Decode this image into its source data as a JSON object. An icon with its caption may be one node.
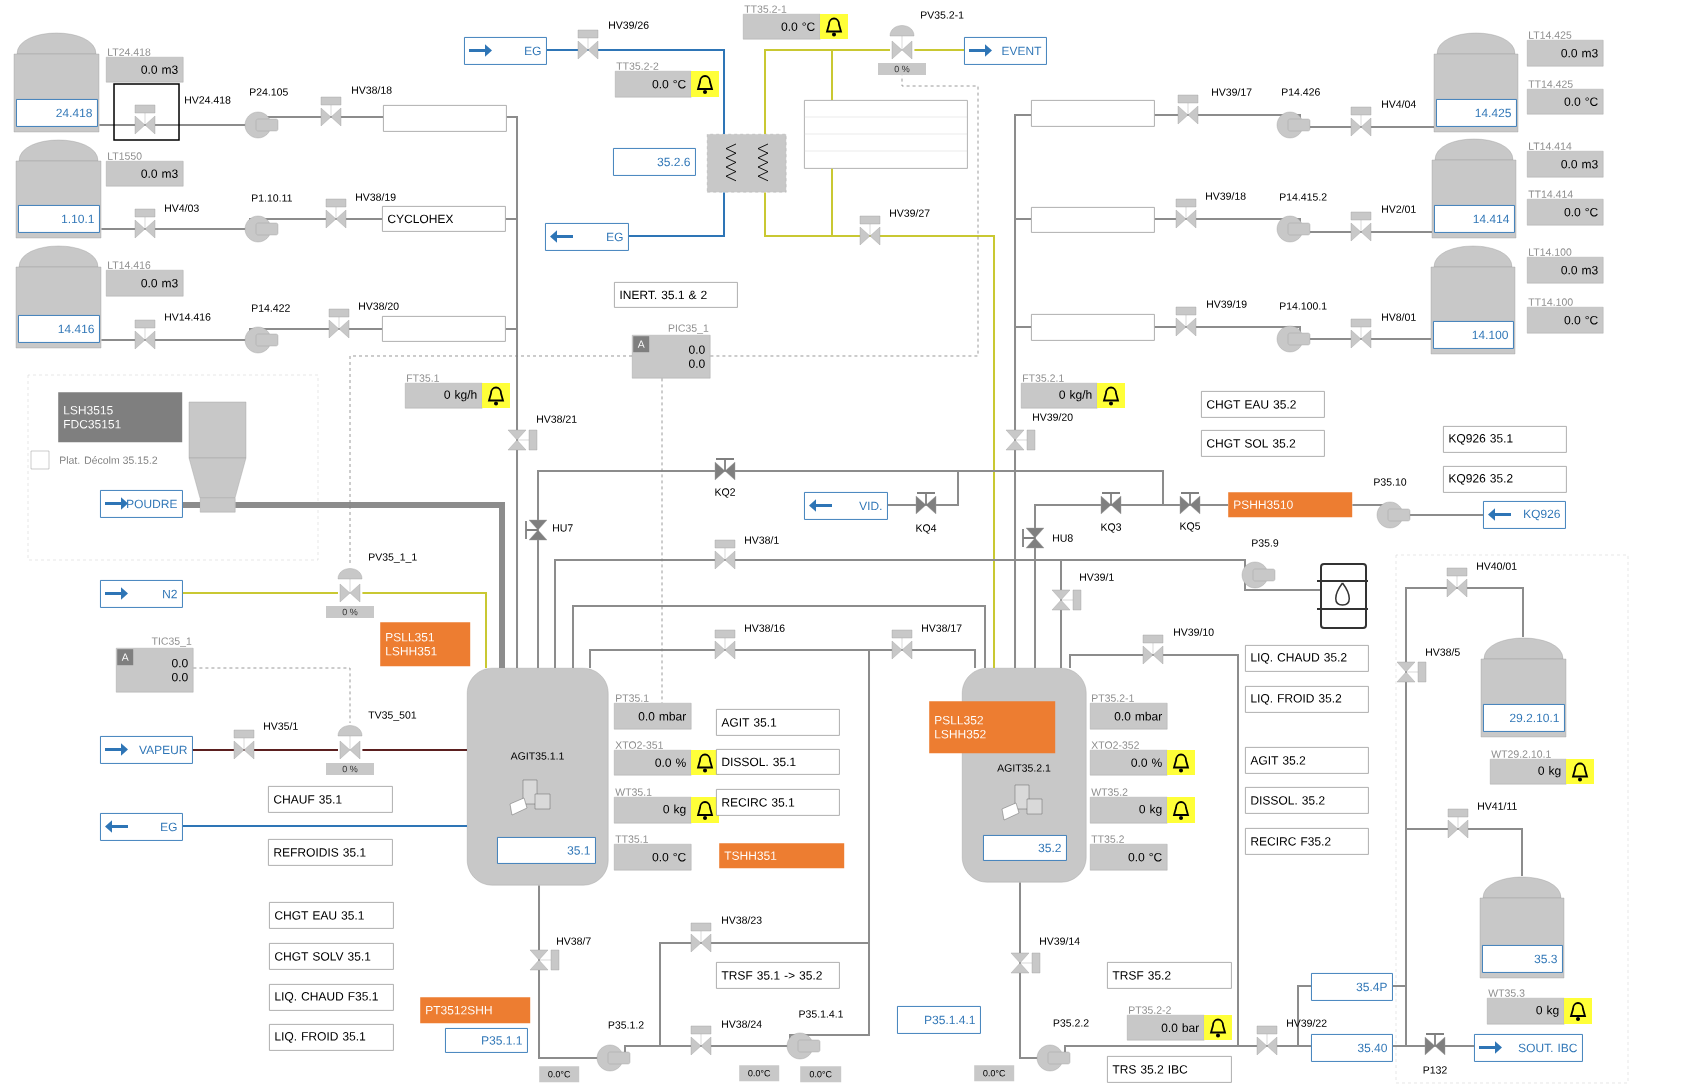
{
  "diagram": {
    "nodes": [
      {
        "text": [
          "24.418"
        ]
      },
      {
        "text": [
          "LT24.418",
          "0.0 m3"
        ]
      },
      {
        "text": [
          "LT1550",
          "0.0 m3"
        ]
      },
      {
        "text": [
          "1.10.1"
        ]
      },
      {
        "text": [
          "14.416"
        ]
      },
      {
        "text": [
          "LT14.416",
          "0.0 m3"
        ]
      },
      {
        "text": [],
        "shape": "box"
      },
      {
        "text": [
          "CYCLOHEX"
        ]
      },
      {
        "text": [],
        "shape": "box"
      },
      {
        "text": [
          "EG"
        ]
      },
      {
        "text": [
          "TT35.2-1",
          "0.0 °C"
        ]
      },
      {
        "text": [
          "TT35.2-2",
          "0.0 °C"
        ]
      },
      {
        "text": [
          "35.2.6"
        ]
      },
      {
        "text": [],
        "shape": "box"
      },
      {
        "text": [
          "EG"
        ]
      },
      {
        "text": [],
        "shape": "box"
      },
      {
        "text": [
          "EVENT"
        ]
      },
      {
        "text": [
          "INERT. 35.1 & 2"
        ]
      },
      {
        "text": [
          "PIC35_1",
          "A",
          "0.0",
          "0.0"
        ]
      },
      {
        "text": [],
        "shape": "box"
      },
      {
        "text": [],
        "shape": "box"
      },
      {
        "text": [],
        "shape": "box"
      },
      {
        "text": [
          "14.425"
        ]
      },
      {
        "text": [
          "LT14.425",
          "0.0 m3"
        ]
      },
      {
        "text": [
          "TT14.425",
          "0.0 °C"
        ]
      },
      {
        "text": [
          "14.414"
        ]
      },
      {
        "text": [
          "LT14.414",
          "0.0 m3"
        ]
      },
      {
        "text": [
          "TT14.414",
          "0.0 °C"
        ]
      },
      {
        "text": [
          "14.100"
        ]
      },
      {
        "text": [
          "LT14.100",
          "0.0 m3"
        ]
      },
      {
        "text": [
          "TT14.100",
          "0.0 °C"
        ]
      },
      {
        "text": [
          "FT35.1",
          "0 kg/h"
        ]
      },
      {
        "text": [
          "FT35.2.1",
          "0 kg/h"
        ]
      },
      {
        "text": [
          "LSH3515",
          "FDC35151"
        ]
      },
      {
        "text": [],
        "shape": "hopper"
      },
      {
        "text": [
          "POUDRE"
        ]
      },
      {
        "text": [
          "CHGT EAU 35.2"
        ]
      },
      {
        "text": [
          "CHGT SOL 35.2"
        ]
      },
      {
        "text": [
          "KQ926 35.1"
        ]
      },
      {
        "text": [
          "KQ926 35.2"
        ]
      },
      {
        "text": [
          "VID."
        ]
      },
      {
        "text": [
          "PSHH3510"
        ]
      },
      {
        "text": [
          "KQ926"
        ]
      },
      {
        "text": [
          "N2"
        ]
      },
      {
        "text": [
          "TIC35_1",
          "A",
          "0.0",
          "0.0"
        ]
      },
      {
        "text": [
          "VAPEUR"
        ]
      },
      {
        "text": [
          "EG"
        ]
      },
      {
        "text": [
          "CHAUF 35.1"
        ]
      },
      {
        "text": [
          "REFROIDIS 35.1"
        ]
      },
      {
        "text": [
          "PSLL351",
          "LSHH351"
        ]
      },
      {
        "text": [
          "AGIT35.1.1",
          "35.1"
        ]
      },
      {
        "text": [
          "PT35.1",
          "0.0 mbar"
        ]
      },
      {
        "text": [
          "XTO2-351",
          "0.0 %"
        ]
      },
      {
        "text": [
          "WT35.1",
          "0 kg"
        ]
      },
      {
        "text": [
          "TT35.1",
          "0.0 °C"
        ]
      },
      {
        "text": [
          "AGIT 35.1"
        ]
      },
      {
        "text": [
          "DISSOL. 35.1"
        ]
      },
      {
        "text": [
          "RECIRC 35.1"
        ]
      },
      {
        "text": [
          "TSHH351"
        ]
      },
      {
        "text": [
          "AGIT35.2.1",
          "35.2"
        ]
      },
      {
        "text": [
          "PSLL352",
          "LSHH352"
        ]
      },
      {
        "text": [
          "PT35.2-1",
          "0.0 mbar"
        ]
      },
      {
        "text": [
          "XTO2-352",
          "0.0 %"
        ]
      },
      {
        "text": [
          "WT35.2",
          "0 kg"
        ]
      },
      {
        "text": [
          "TT35.2",
          "0.0 °C"
        ]
      },
      {
        "text": [],
        "shape": "barrel"
      },
      {
        "text": [
          "LIQ. CHAUD 35.2"
        ]
      },
      {
        "text": [
          "LIQ. FROID 35.2"
        ]
      },
      {
        "text": [
          "AGIT 35.2"
        ]
      },
      {
        "text": [
          "DISSOL. 35.2"
        ]
      },
      {
        "text": [
          "RECIRC F35.2"
        ]
      },
      {
        "text": [
          "CHGT EAU 35.1"
        ]
      },
      {
        "text": [
          "CHGT SOLV 35.1"
        ]
      },
      {
        "text": [
          "LIQ. CHAUD F35.1"
        ]
      },
      {
        "text": [
          "LIQ. FROID 35.1"
        ]
      },
      {
        "text": [
          "PT3512SHH"
        ]
      },
      {
        "text": [
          "P35.1.1"
        ]
      },
      {
        "text": [
          "TRSF 35.1 -> 35.2"
        ]
      },
      {
        "text": [
          "P35.1.4.1"
        ]
      },
      {
        "text": [
          "TRSF 35.2"
        ]
      },
      {
        "text": [
          "PT35.2-2",
          "0.0 bar"
        ]
      },
      {
        "text": [
          "TRS 35.2 IBC"
        ]
      },
      {
        "text": [
          "35.4P"
        ]
      },
      {
        "text": [
          "35.40"
        ]
      },
      {
        "text": [
          "SOUT. IBC"
        ]
      },
      {
        "text": [
          "29.2.10.1"
        ]
      },
      {
        "text": [
          "WT29.2.10.1",
          "0 kg"
        ]
      },
      {
        "text": [
          "35.3"
        ]
      },
      {
        "text": [
          "WT35.3",
          "0 kg"
        ]
      },
      {
        "text": [
          "0.0°C"
        ]
      },
      {
        "text": [
          "0.0°C"
        ]
      },
      {
        "text": [
          "0.0°C"
        ]
      },
      {
        "text": [
          "0.0°C"
        ]
      },
      {
        "text": [
          "0 %"
        ]
      },
      {
        "text": [
          "0 %"
        ]
      },
      {
        "text": [
          "0 %"
        ]
      }
    ],
    "edges": [
      {
        "from": 0,
        "to": 6,
        "arrow": "none"
      },
      {
        "from": 3,
        "to": 7,
        "arrow": "none"
      },
      {
        "from": 4,
        "to": 8,
        "arrow": "none"
      },
      {
        "from": 6,
        "to": 50,
        "arrow": "none"
      },
      {
        "from": 7,
        "to": 50,
        "arrow": "none"
      },
      {
        "from": 8,
        "to": 50,
        "arrow": "none"
      },
      {
        "from": 22,
        "to": 19,
        "arrow": "none"
      },
      {
        "from": 25,
        "to": 20,
        "arrow": "none"
      },
      {
        "from": 28,
        "to": 21,
        "arrow": "none"
      },
      {
        "from": 19,
        "to": 59,
        "arrow": "none"
      },
      {
        "from": 20,
        "to": 59,
        "arrow": "none"
      },
      {
        "from": 21,
        "to": 59,
        "arrow": "none"
      },
      {
        "from": 9,
        "to": 13,
        "arrow": "none",
        "color": "#2e75b6"
      },
      {
        "from": 13,
        "to": 14,
        "arrow": "none",
        "color": "#2e75b6"
      },
      {
        "from": 13,
        "to": 93,
        "arrow": "none",
        "color": "#c9c832"
      },
      {
        "from": 15,
        "to": 93,
        "arrow": "none",
        "color": "#c9c832"
      },
      {
        "from": 13,
        "to": 59,
        "arrow": "none",
        "color": "#c9c832"
      },
      {
        "from": 15,
        "to": 59,
        "arrow": "none",
        "color": "#c9c832"
      },
      {
        "from": 43,
        "to": 94,
        "arrow": "none",
        "color": "#c9c832"
      },
      {
        "from": 45,
        "to": 95,
        "arrow": "none",
        "color": "#5b1f1f"
      },
      {
        "from": 50,
        "to": 46,
        "arrow": "none",
        "color": "#2e75b6"
      },
      {
        "from": 35,
        "to": 34,
        "arrow": "none",
        "style": "thick"
      },
      {
        "from": 34,
        "to": 50,
        "arrow": "none",
        "style": "thick"
      },
      {
        "from": 42,
        "to": 41,
        "arrow": "none"
      },
      {
        "from": 41,
        "to": 59,
        "arrow": "none"
      },
      {
        "from": 50,
        "to": 40,
        "arrow": "none"
      },
      {
        "from": 41,
        "to": 50,
        "arrow": "none"
      },
      {
        "from": 50,
        "to": 65,
        "arrow": "none"
      },
      {
        "from": 59,
        "to": 65,
        "arrow": "none"
      },
      {
        "from": 50,
        "to": 59,
        "arrow": "none"
      },
      {
        "from": 50,
        "to": 59,
        "arrow": "none"
      },
      {
        "from": 50,
        "to": 59,
        "arrow": "none"
      },
      {
        "from": 59,
        "to": 83,
        "arrow": "none"
      },
      {
        "from": 59,
        "to": 83,
        "arrow": "none"
      },
      {
        "from": 83,
        "to": 84,
        "arrow": "none"
      },
      {
        "from": 85,
        "to": 84,
        "arrow": "none"
      },
      {
        "from": 87,
        "to": 84,
        "arrow": "none"
      },
      {
        "from": 82,
        "to": 84,
        "arrow": "none"
      },
      {
        "from": 18,
        "to": 94,
        "arrow": "none",
        "style": "dashed"
      },
      {
        "from": 18,
        "to": 93,
        "arrow": "none",
        "style": "dashed"
      },
      {
        "from": 18,
        "to": 51,
        "arrow": "none",
        "style": "dashed"
      },
      {
        "from": 44,
        "to": 95,
        "arrow": "none",
        "style": "dashed"
      },
      {
        "from": 59,
        "to": 82,
        "arrow": "none"
      },
      {
        "from": 93,
        "to": 16,
        "arrow": "none",
        "color": "#c9c832"
      },
      {
        "from": 94,
        "to": 50,
        "arrow": "none",
        "color": "#c9c832"
      },
      {
        "from": 95,
        "to": 50,
        "arrow": "none",
        "color": "#5b1f1f"
      }
    ],
    "labels": [
      "PV35.2-1",
      "HV39/26",
      "HV24.418",
      "P24.105",
      "HV38/18",
      "HV39/17",
      "P14.426",
      "HV4/04",
      "HV4/03",
      "P1.10.11",
      "HV38/19",
      "HV39/27",
      "HV39/18",
      "P14.415.2",
      "HV2/01",
      "HV14.416",
      "P14.422",
      "HV38/20",
      "HV39/19",
      "P14.100.1",
      "HV8/01",
      "HV38/21",
      "HV39/20",
      "Plat. Décolm 35.15.2",
      "P35.10",
      "KQ2",
      "HU7",
      "HV38/1",
      "KQ4",
      "HU8",
      "KQ3",
      "KQ5",
      "P35.9",
      "PV35_1_1",
      "HV40/01",
      "HV39/1",
      "HV38/16",
      "HV38/17",
      "HV39/10",
      "HV38/5",
      "HV35/1",
      "TV35_501",
      "HV41/11",
      "HV38/23",
      "HV38/7",
      "HV39/14",
      "P35.1.2",
      "HV38/24",
      "P35.1.4.1",
      "P35.2.2",
      "HV39/22",
      "P132"
    ]
  }
}
